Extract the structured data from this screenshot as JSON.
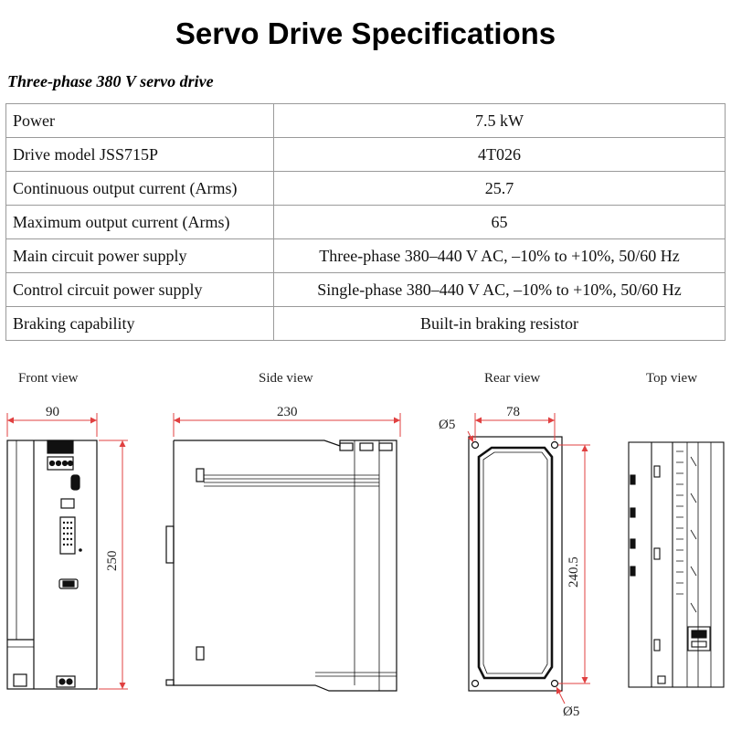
{
  "title": "Servo Drive Specifications",
  "subtitle": "Three-phase 380 V servo drive",
  "specs": [
    {
      "label": "Power",
      "value": "7.5 kW"
    },
    {
      "label": "Drive model JSS715P",
      "value": "4T026"
    },
    {
      "label": "Continuous output current (Arms)",
      "value": "25.7"
    },
    {
      "label": "Maximum output current (Arms)",
      "value": "65"
    },
    {
      "label": "Main circuit power supply",
      "value": "Three-phase 380–440 V AC, –10% to +10%, 50/60 Hz"
    },
    {
      "label": "Control circuit power supply",
      "value": "Single-phase 380–440 V AC, –10% to +10%, 50/60 Hz"
    },
    {
      "label": "Braking capability",
      "value": "Built-in braking resistor"
    }
  ],
  "views": {
    "front": {
      "label": "Front view",
      "width": "90",
      "height": "250"
    },
    "side": {
      "label": "Side view",
      "depth": "230"
    },
    "rear": {
      "label": "Rear view",
      "hole_spacing": "78",
      "hole_height": "240.5",
      "hole_top": "Ø5",
      "hole_bottom": "Ø5"
    },
    "top": {
      "label": "Top view"
    }
  },
  "colors": {
    "dimension": "#e04040",
    "line": "#111111"
  }
}
